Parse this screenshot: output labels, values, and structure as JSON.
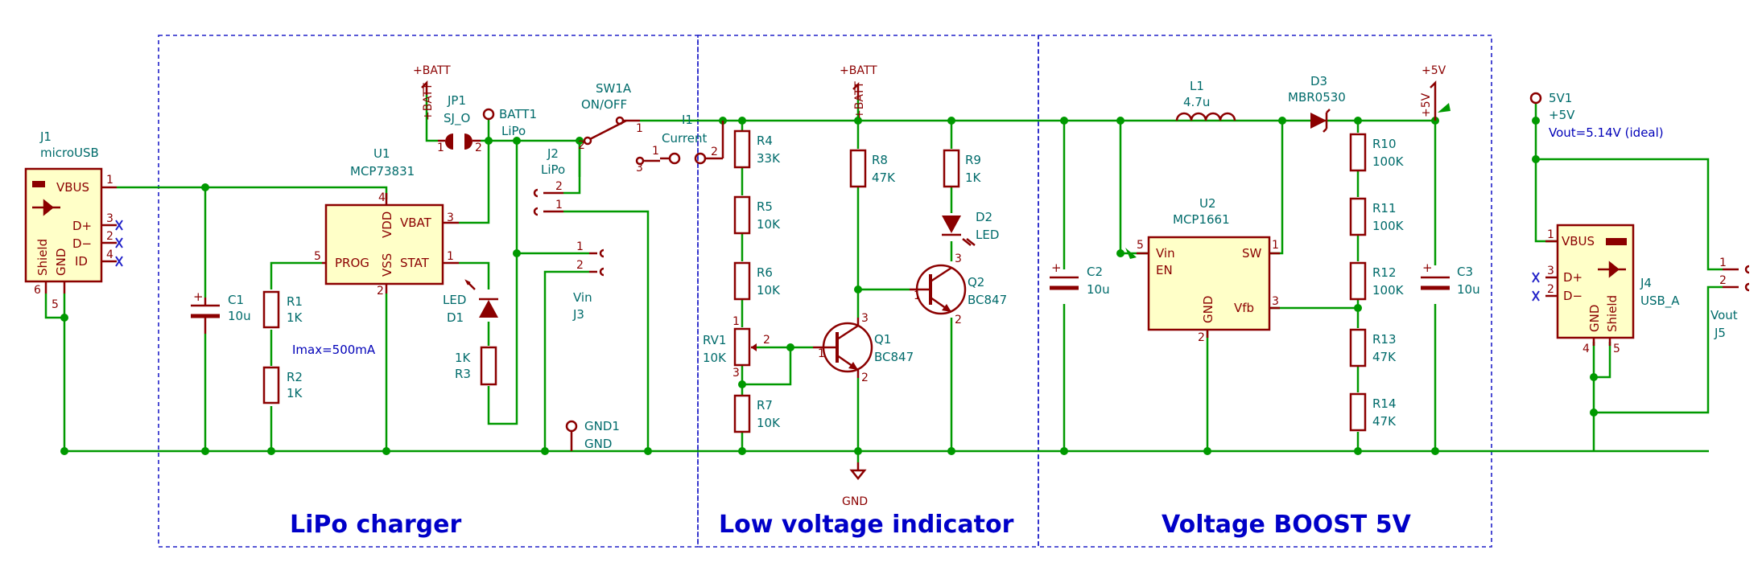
{
  "sections": {
    "charger": "LiPo charger",
    "indicator": "Low voltage indicator",
    "boost": "Voltage BOOST 5V"
  },
  "j1": {
    "ref": "J1",
    "value": "microUSB",
    "pins": {
      "vbus": "VBUS",
      "dp": "D+",
      "dm": "D−",
      "id": "ID",
      "shield": "Shield",
      "gnd": "GND"
    },
    "pin_numbers": {
      "vbus": "1",
      "dp": "3",
      "dm": "2",
      "id": "4",
      "shield": "6",
      "gnd": "5"
    }
  },
  "c1": {
    "ref": "C1",
    "value": "10u"
  },
  "u1": {
    "ref": "U1",
    "value": "MCP73831",
    "pins": {
      "vdd": "VDD",
      "vbat": "VBAT",
      "prog": "PROG",
      "vss": "VSS",
      "stat": "STAT"
    },
    "pin_numbers": {
      "vdd": "4",
      "vbat": "3",
      "prog": "5",
      "vss": "2",
      "stat": "1"
    }
  },
  "r1": {
    "ref": "R1",
    "value": "1K"
  },
  "r2": {
    "ref": "R2",
    "value": "1K"
  },
  "imax_note": "Imax=500mA",
  "jp1": {
    "ref": "JP1",
    "value": "SJ_O",
    "pins": [
      "1",
      "2"
    ]
  },
  "batt1": {
    "ref": "BATT1",
    "value": "LiPo"
  },
  "d1": {
    "ref": "D1",
    "value": "LED"
  },
  "r3": {
    "ref": "R3",
    "value": "1K"
  },
  "j2": {
    "ref": "J2",
    "value": "LiPo",
    "pins": [
      "2",
      "1"
    ]
  },
  "sw1a": {
    "ref": "SW1A",
    "value": "ON/OFF",
    "pins": [
      "2",
      "1",
      "3"
    ]
  },
  "j1_current": {
    "ref": "I1",
    "value": "Current",
    "pin": "2",
    "pin3": "1"
  },
  "j3": {
    "ref": "J3",
    "value": "Vin",
    "pins": [
      "1",
      "2"
    ]
  },
  "gnd1": {
    "ref": "GND1",
    "value": "GND"
  },
  "batt_label": "+BATT",
  "batt_rot": "+BATT",
  "gnd_label": "GND",
  "r4": {
    "ref": "R4",
    "value": "33K"
  },
  "r5": {
    "ref": "R5",
    "value": "10K"
  },
  "r6": {
    "ref": "R6",
    "value": "10K"
  },
  "rv1": {
    "ref": "RV1",
    "value": "10K",
    "pins": [
      "1",
      "2",
      "3"
    ]
  },
  "r7": {
    "ref": "R7",
    "value": "10K"
  },
  "r8": {
    "ref": "R8",
    "value": "47K"
  },
  "r9": {
    "ref": "R9",
    "value": "1K"
  },
  "d2": {
    "ref": "D2",
    "value": "LED"
  },
  "q1": {
    "ref": "Q1",
    "value": "BC847",
    "pins": [
      "1",
      "2",
      "3"
    ]
  },
  "q2": {
    "ref": "Q2",
    "value": "BC847",
    "pins": [
      "1",
      "2",
      "3"
    ]
  },
  "c2": {
    "ref": "C2",
    "value": "10u"
  },
  "l1": {
    "ref": "L1",
    "value": "4.7u"
  },
  "d3": {
    "ref": "D3",
    "value": "MBR0530"
  },
  "u2": {
    "ref": "U2",
    "value": "MCP1661",
    "pins": {
      "vin": "Vin",
      "en": "EN",
      "sw": "SW",
      "gnd": "GND",
      "vfb": "Vfb"
    },
    "pin_numbers": {
      "vin": "5",
      "sw": "1",
      "gnd": "2",
      "vfb": "3"
    }
  },
  "r10": {
    "ref": "R10",
    "value": "100K"
  },
  "r11": {
    "ref": "R11",
    "value": "100K"
  },
  "r12": {
    "ref": "R12",
    "value": "100K"
  },
  "r13": {
    "ref": "R13",
    "value": "47K"
  },
  "r14": {
    "ref": "R14",
    "value": "47K"
  },
  "c3": {
    "ref": "C3",
    "value": "10u"
  },
  "plus5v": "+5V",
  "plus5v_rot": "+5V",
  "tp_5v1": {
    "ref": "5V1",
    "value": "+5V"
  },
  "vout_note": "Vout=5.14V (ideal)",
  "j4": {
    "ref": "J4",
    "value": "USB_A",
    "pins": {
      "vbus": "VBUS",
      "dp": "D+",
      "dm": "D−",
      "gnd": "GND",
      "shield": "Shield"
    },
    "pin_numbers": {
      "vbus": "1",
      "dp": "3",
      "dm": "2",
      "gnd": "4",
      "shield": "5"
    }
  },
  "j5": {
    "ref": "J5",
    "value": "Vout",
    "pins": [
      "1",
      "2"
    ]
  },
  "colors": {
    "wire": "#009900",
    "component": "#8b0000",
    "label": "#006b6b",
    "section": "#0000c8",
    "body_fill": "#ffffc8"
  }
}
